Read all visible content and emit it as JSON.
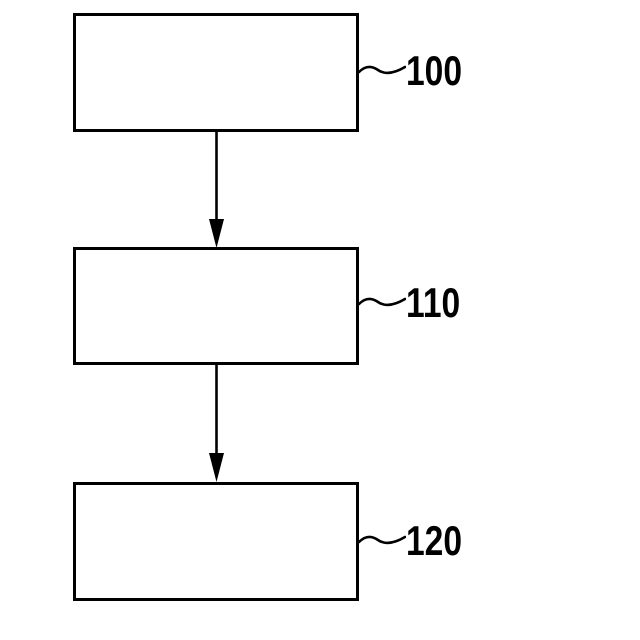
{
  "figure": {
    "type": "flowchart",
    "background_color": "#ffffff",
    "line_color": "#000000",
    "boxes": [
      {
        "ref_label": "100",
        "content": ""
      },
      {
        "ref_label": "110",
        "content": ""
      },
      {
        "ref_label": "120",
        "content": ""
      }
    ],
    "connectors": [
      {
        "type": "arrow-down",
        "from": "100",
        "to": "110"
      },
      {
        "type": "arrow-down",
        "from": "110",
        "to": "120"
      }
    ]
  }
}
